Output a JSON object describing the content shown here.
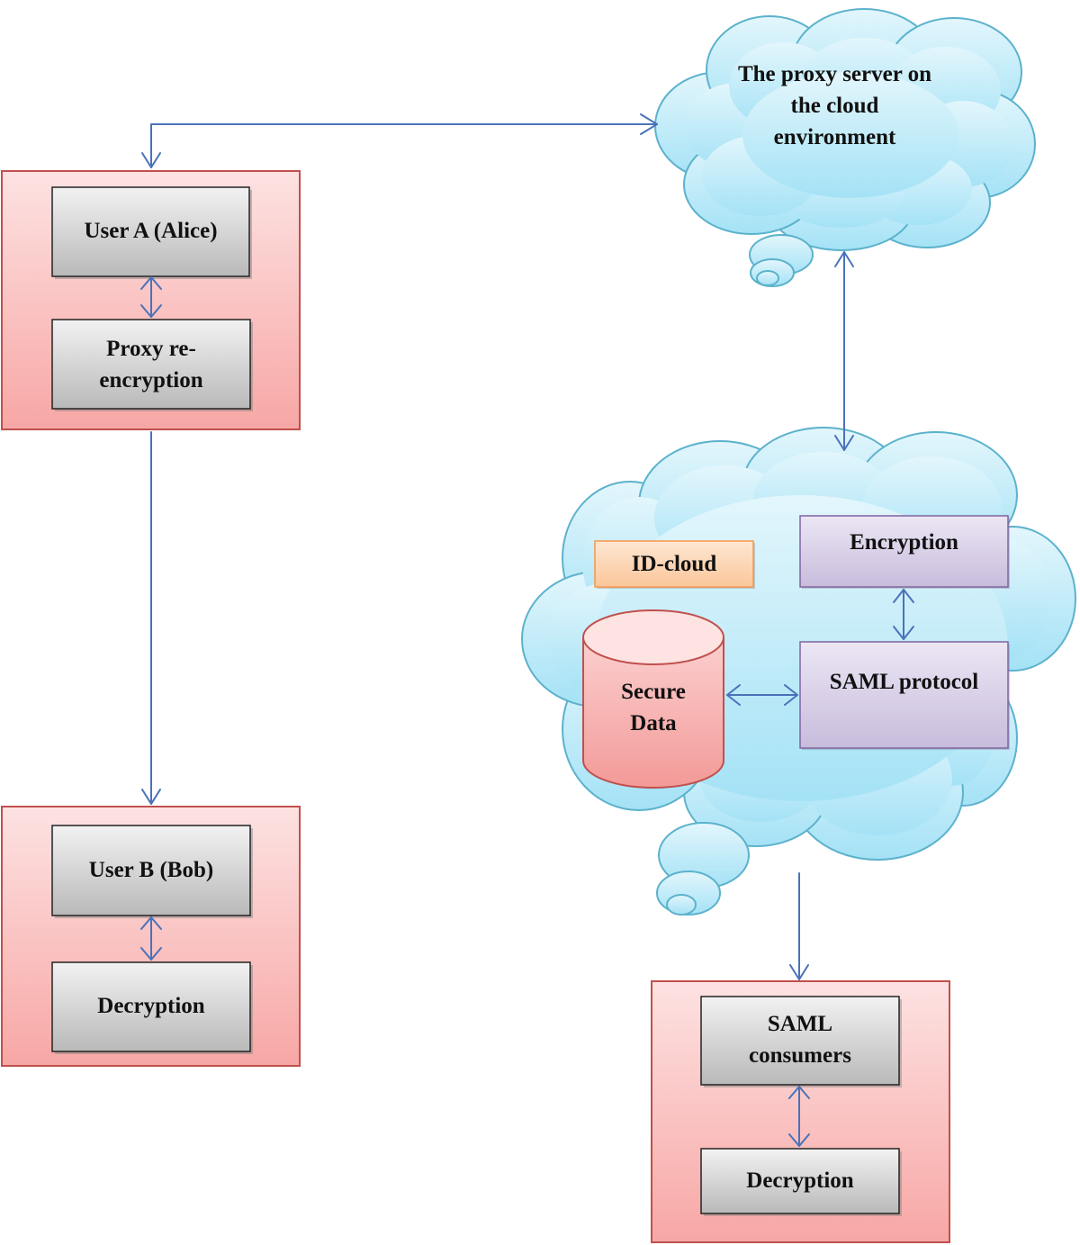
{
  "colors": {
    "arrow": "#4a72b8",
    "cloud_stroke": "#5cb2cc",
    "group_stroke": "#c0504d",
    "box_stroke": "#222222",
    "purple_stroke": "#8064a2",
    "orange_stroke": "#f79646"
  },
  "icons": {
    "secure_data": "database-cylinder-icon"
  },
  "proxy_cloud": {
    "label": "The proxy server on\nthe cloud\nenvironment"
  },
  "user_a_group": {
    "user": "User A (Alice)",
    "proxy": "Proxy re-\nencryption"
  },
  "user_b_group": {
    "user": "User B (Bob)",
    "decryption": "Decryption"
  },
  "id_cloud": {
    "label": "ID-cloud",
    "encryption": "Encryption",
    "saml_protocol": "SAML protocol",
    "secure_data": "Secure\nData"
  },
  "consumer_group": {
    "consumers": "SAML\nconsumers",
    "decryption": "Decryption"
  }
}
